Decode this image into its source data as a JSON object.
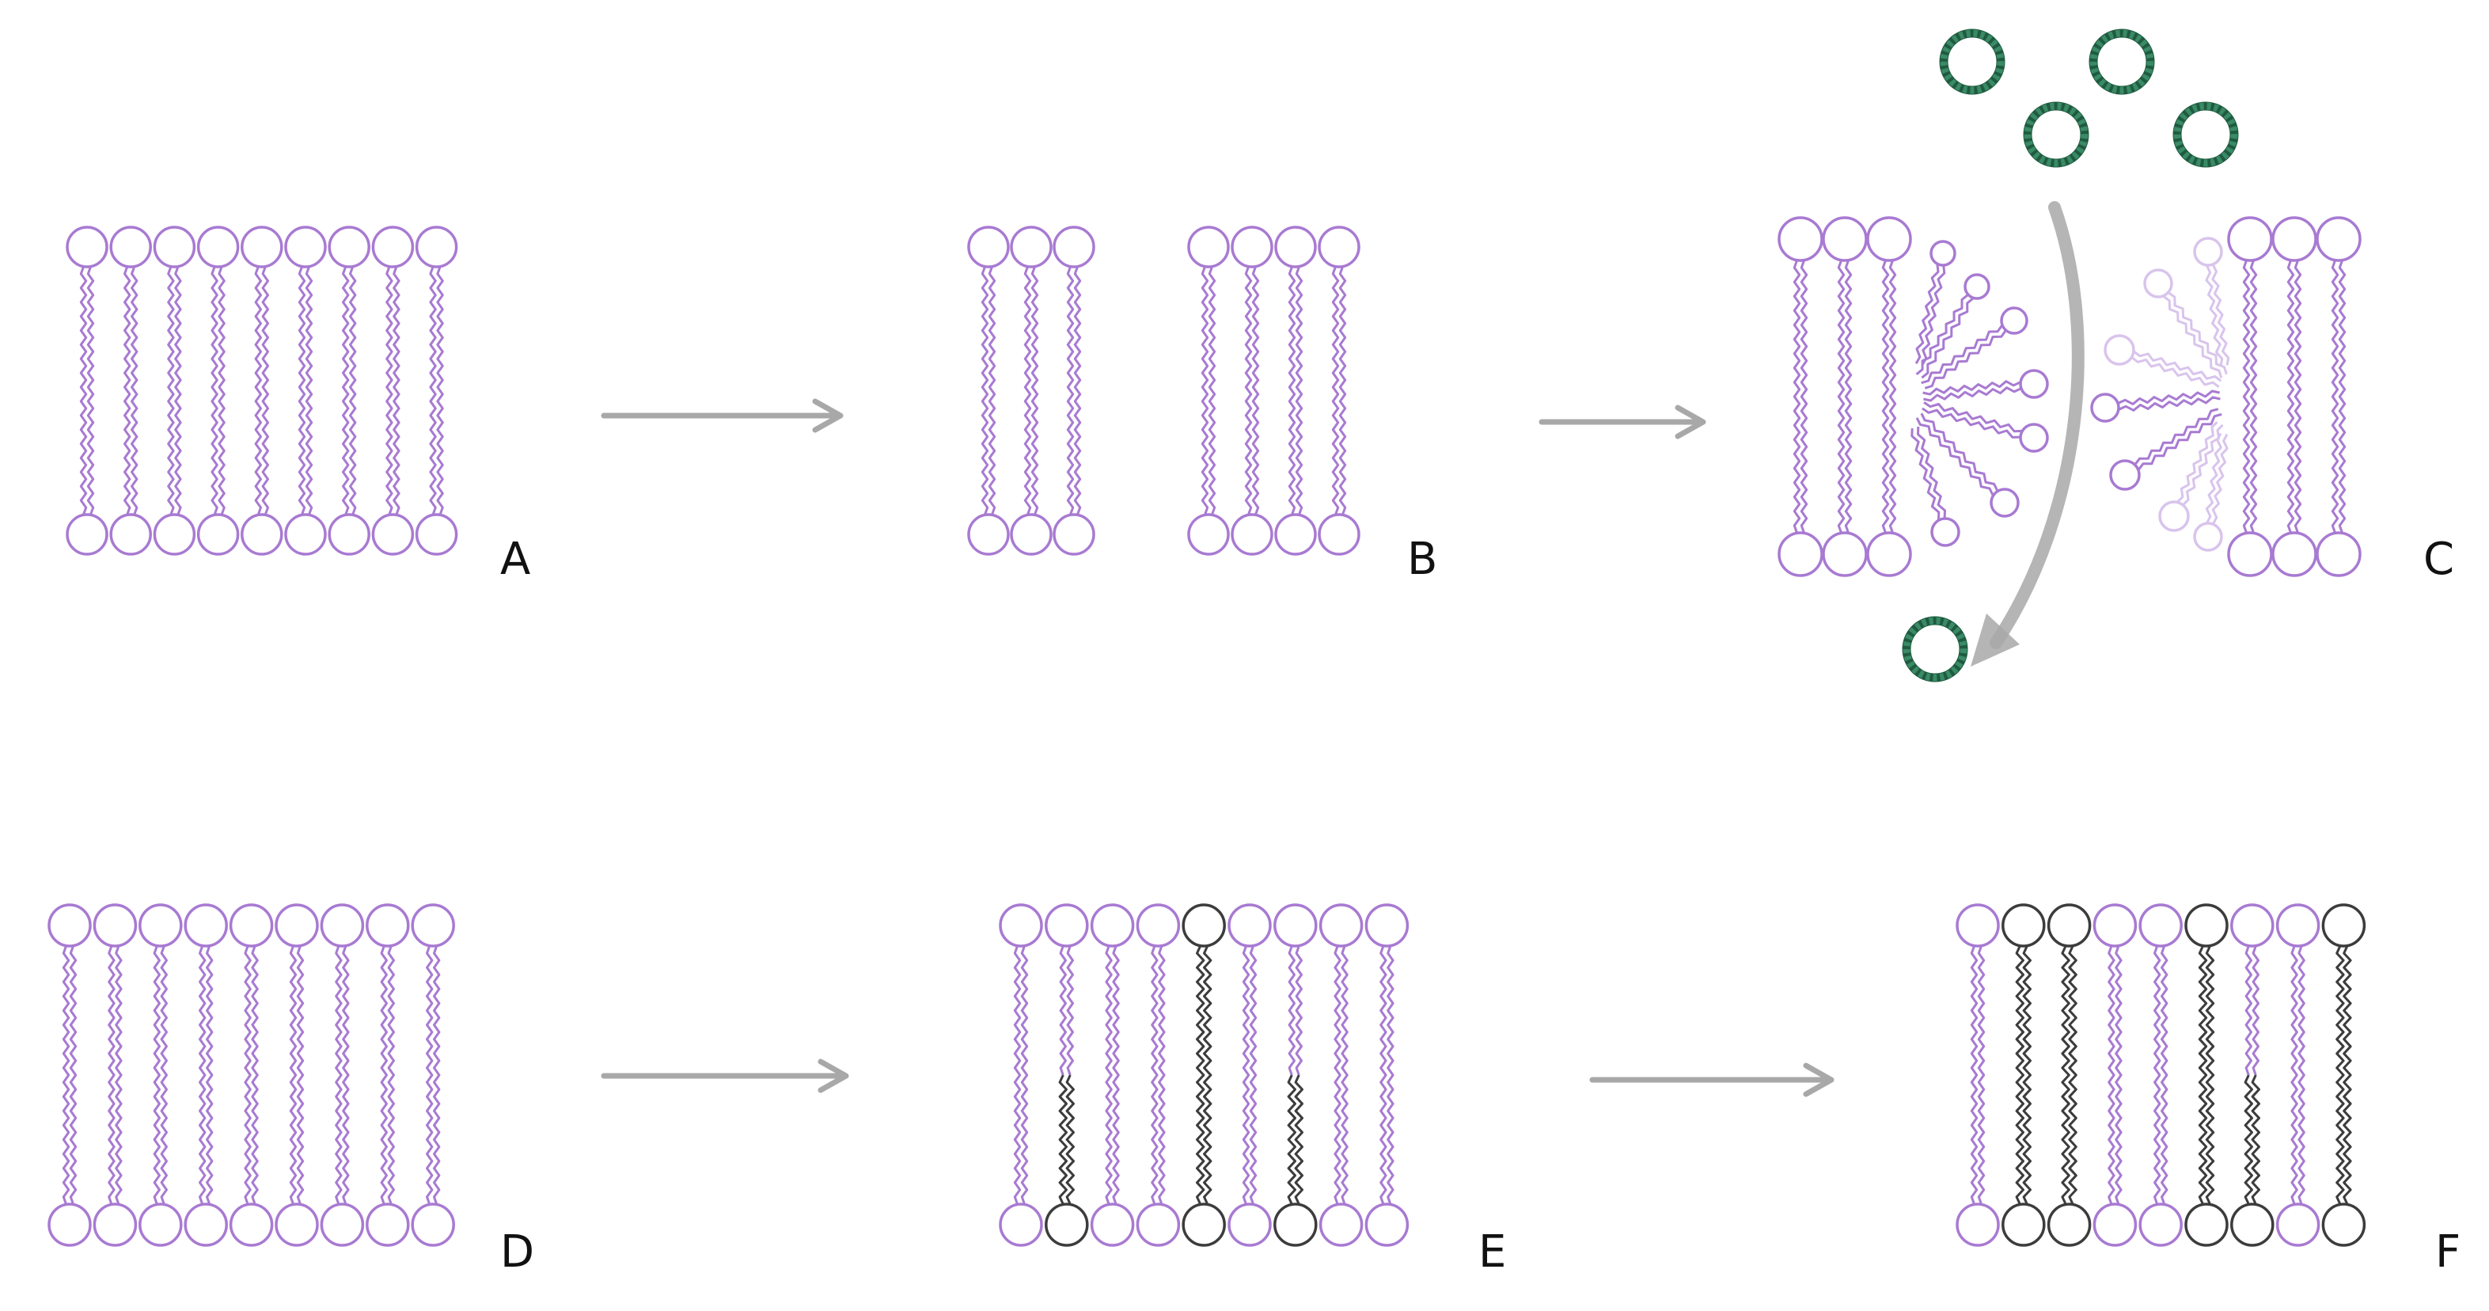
{
  "colors": {
    "lipid": "#a87ad2",
    "lipid_faded": "#d9c4ec",
    "modified": "#3c3c3c",
    "arrow": "#a8a8a8",
    "vesicle": "#3a8a66",
    "vesicle_dark": "#1f5b40"
  },
  "panels": [
    {
      "id": "A",
      "label": "A",
      "pattern": [
        0,
        0,
        0,
        0,
        0,
        0,
        0,
        0,
        0
      ]
    },
    {
      "id": "B",
      "label": "B",
      "pattern": [
        0,
        0,
        0,
        0,
        0,
        0,
        0
      ]
    },
    {
      "id": "C",
      "label": "C",
      "pattern": [
        0,
        0,
        0,
        0,
        0,
        0
      ]
    },
    {
      "id": "D",
      "label": "D",
      "pattern": [
        0,
        0,
        0,
        0,
        0,
        0,
        0,
        0,
        0
      ]
    },
    {
      "id": "E",
      "label": "E",
      "pattern": [
        0,
        2,
        0,
        0,
        1,
        0,
        2,
        0,
        0
      ]
    },
    {
      "id": "F",
      "label": "F",
      "pattern": [
        0,
        1,
        1,
        0,
        0,
        1,
        2,
        0,
        1
      ]
    }
  ],
  "icons": [
    "arrow-right-icon",
    "curved-arrow-icon",
    "vesicle-icon",
    "lipid-icon"
  ]
}
